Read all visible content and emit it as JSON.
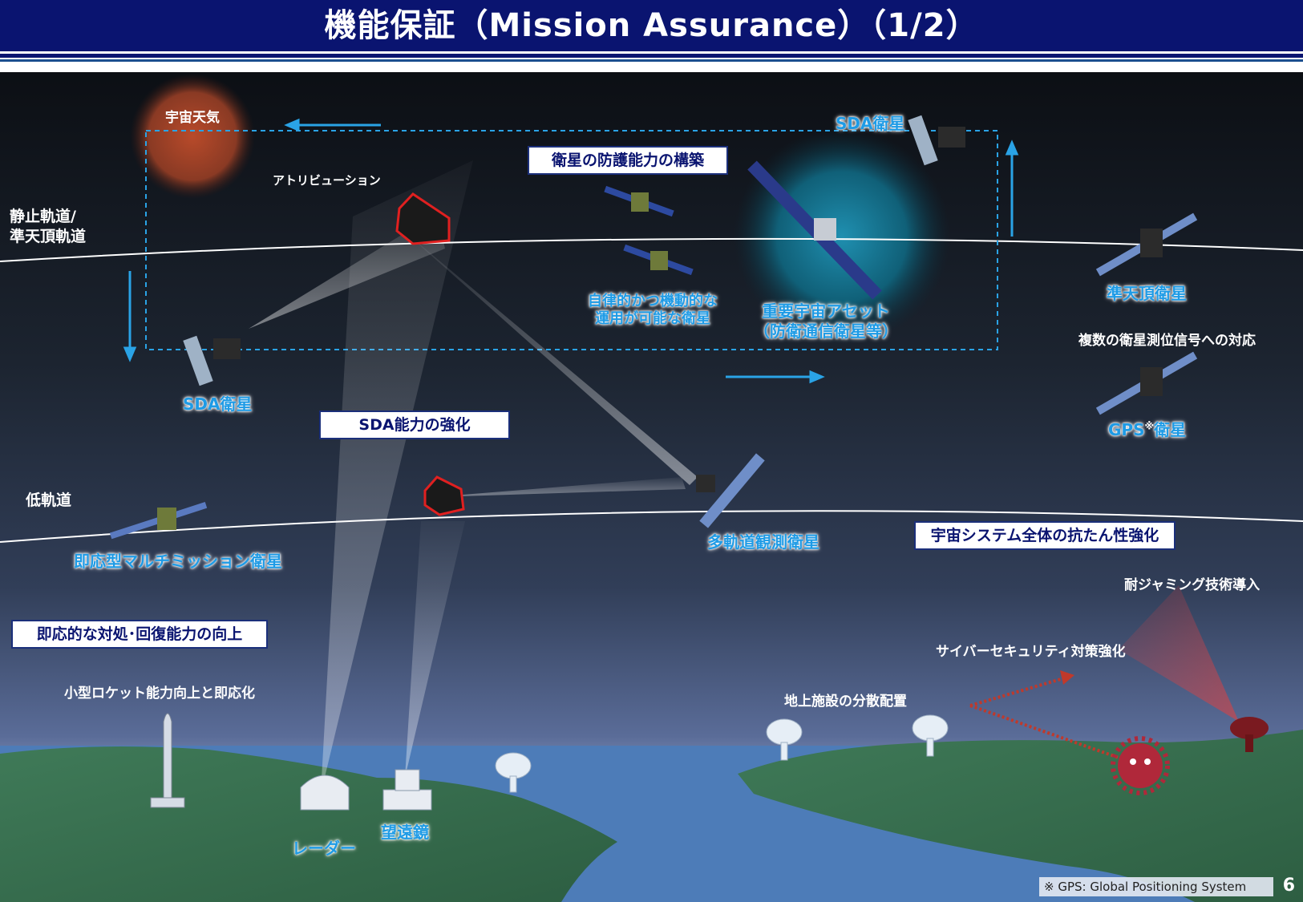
{
  "header": {
    "title": "機能保証（Mission Assurance）（1/2）"
  },
  "orbits": {
    "geo_line1": "静止軌道/",
    "geo_line2": "準天頂軌道",
    "leo": "低軌道"
  },
  "labels": {
    "space_weather": "宇宙天気",
    "attribution": "アトリビューション",
    "sda_sat_top": "SDA衛星",
    "sda_sat_left": "SDA衛星",
    "autonomous_line1": "自律的かつ機動的な",
    "autonomous_line2": "運用が可能な衛星",
    "key_asset_line1": "重要宇宙アセット",
    "key_asset_line2": "（防衛通信衛星等）",
    "qzss": "準天頂衛星",
    "multi_gnss": "複数の衛星測位信号への対応",
    "gps_sat_prefix": "GPS",
    "gps_mark": "※",
    "gps_sat_suffix": "衛星",
    "multi_orbit": "多軌道観測衛星",
    "responsive_multi": "即応型マルチミッション衛星",
    "small_rocket": "小型ロケット能力向上と即応化",
    "radar": "レーダー",
    "telescope": "望遠鏡",
    "ground_dispersion": "地上施設の分散配置",
    "cyber": "サイバーセキュリティ対策強化",
    "anti_jamming": "耐ジャミング技術導入"
  },
  "boxes": {
    "protection": "衛星の防護能力の構築",
    "sda": "SDA能力の強化",
    "resilience": "宇宙システム全体の抗たん性強化",
    "responsive": "即応的な対処･回復能力の向上"
  },
  "footnote": "※ GPS: Global Positioning System",
  "page_number": "6",
  "colors": {
    "header": "#0a1470",
    "label_blue": "#1e9be6",
    "box_border": "#1b2f7a",
    "threat_red": "#c0392b"
  }
}
